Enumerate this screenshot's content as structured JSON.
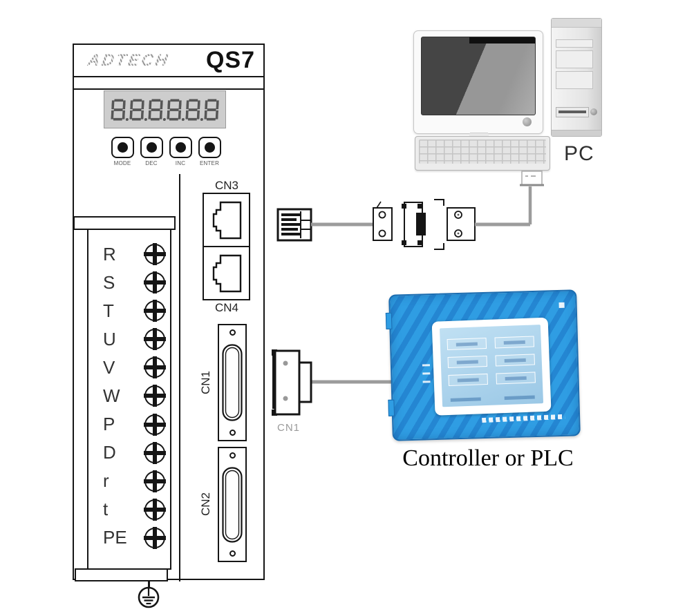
{
  "diagram": {
    "drive": {
      "brand": "ADTECH",
      "model": "QS7",
      "display_value": "888888",
      "buttons": [
        "MODE",
        "DEC",
        "INC",
        "ENTER"
      ],
      "terminals": [
        "R",
        "S",
        "T",
        "U",
        "V",
        "W",
        "P",
        "D",
        "r",
        "t",
        "PE"
      ],
      "cn3_label": "CN3",
      "cn4_label": "CN4",
      "cn1_label": "CN1",
      "cn2_label": "CN2"
    },
    "pc": {
      "label": "PC"
    },
    "cable": {
      "cn1_label": "CN1"
    },
    "controller": {
      "caption": "Controller or PLC"
    },
    "colors": {
      "outline": "#151515",
      "cable_gray": "#9c9c9c",
      "display_bg": "#cdcdcd",
      "controller_blue": "#2f9de3",
      "controller_stripe": "#2486d2",
      "screen_blue": "#a9d4ec"
    }
  }
}
